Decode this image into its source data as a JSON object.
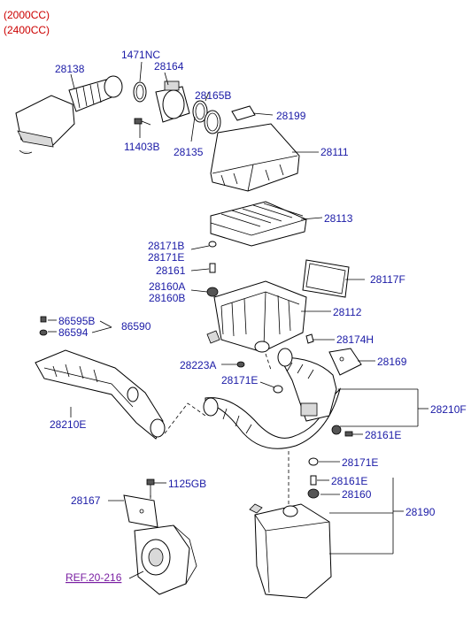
{
  "variants": [
    "(2000CC)",
    "(2400CC)"
  ],
  "labels": {
    "p28138": "28138",
    "p1471NC": "1471NC",
    "p28164": "28164",
    "p28165B": "28165B",
    "p28199": "28199",
    "p11403B": "11403B",
    "p28135": "28135",
    "p28111": "28111",
    "p28113": "28113",
    "p28171B": "28171B",
    "p28171E_a": "28171E",
    "p28161": "28161",
    "p28117F": "28117F",
    "p28160A": "28160A",
    "p28160B": "28160B",
    "p28112": "28112",
    "p86595B": "86595B",
    "p86590": "86590",
    "p86594": "86594",
    "p28174H": "28174H",
    "p28223A": "28223A",
    "p28169": "28169",
    "p28171E_b": "28171E",
    "p28210F": "28210F",
    "p28210E": "28210E",
    "p28161E_a": "28161E",
    "p28171E_c": "28171E",
    "p1125GB": "1125GB",
    "p28161E_b": "28161E",
    "p28167": "28167",
    "p28160": "28160",
    "p28190": "28190"
  },
  "reference": "REF.20-216"
}
